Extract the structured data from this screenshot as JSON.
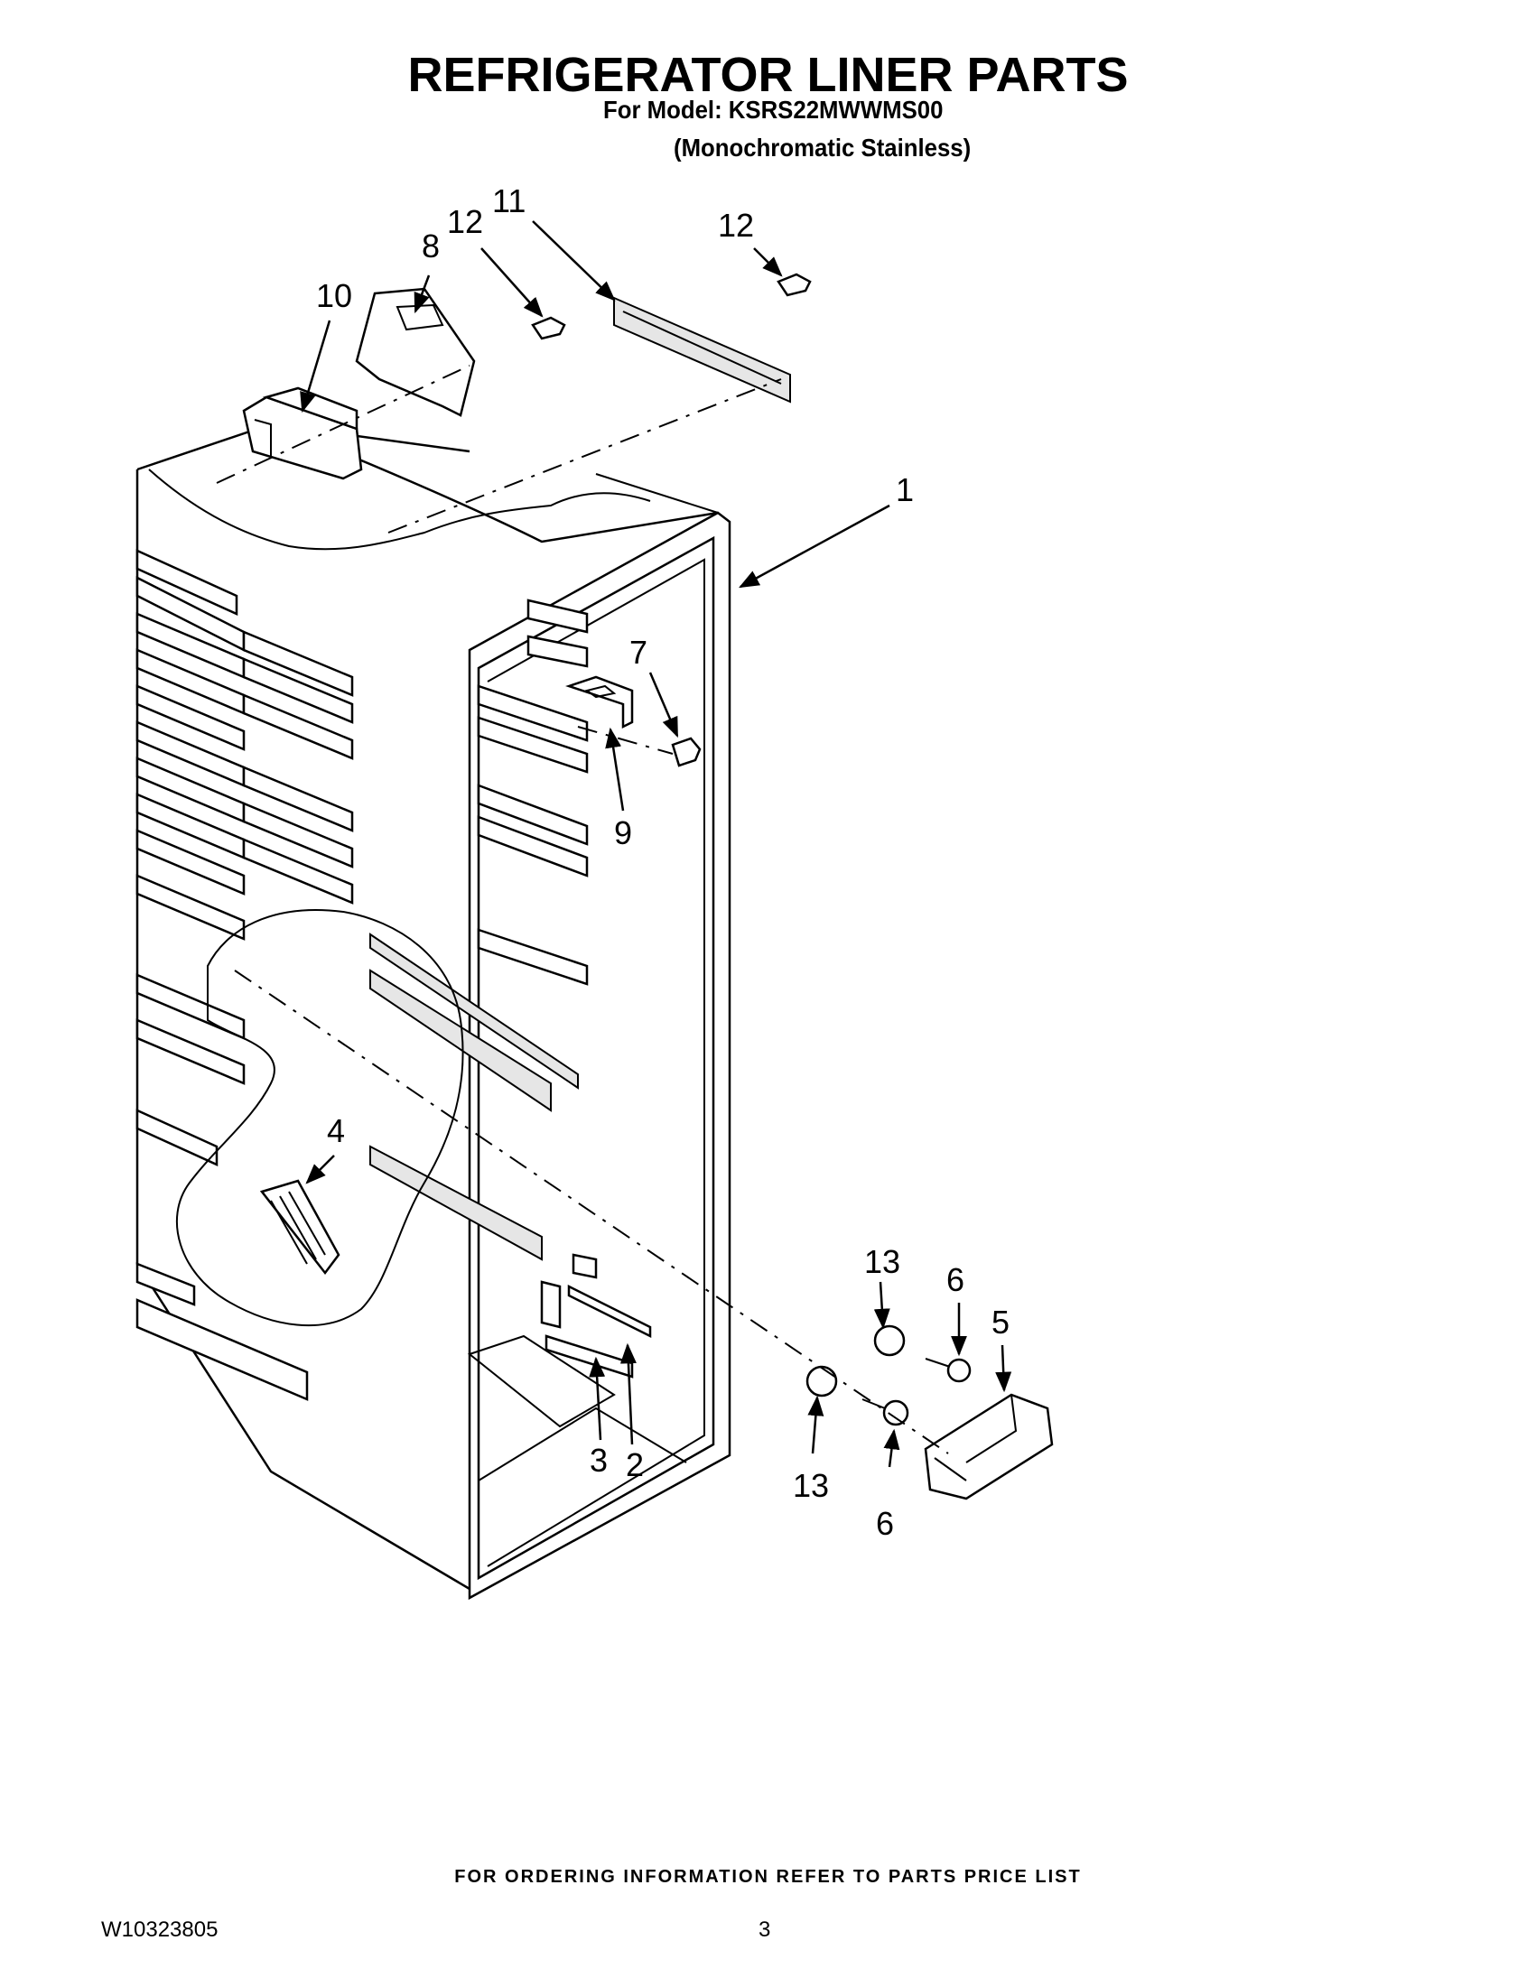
{
  "header": {
    "title": "REFRIGERATOR LINER PARTS",
    "model_line": "For Model: KSRS22MWWMS00",
    "variant_line": "(Monochromatic Stainless)"
  },
  "callouts": [
    {
      "id": "c1",
      "label": "1"
    },
    {
      "id": "c2",
      "label": "2"
    },
    {
      "id": "c3",
      "label": "3"
    },
    {
      "id": "c4",
      "label": "4"
    },
    {
      "id": "c5",
      "label": "5"
    },
    {
      "id": "c6a",
      "label": "6"
    },
    {
      "id": "c6b",
      "label": "6"
    },
    {
      "id": "c7",
      "label": "7"
    },
    {
      "id": "c8",
      "label": "8"
    },
    {
      "id": "c9",
      "label": "9"
    },
    {
      "id": "c10",
      "label": "10"
    },
    {
      "id": "c11",
      "label": "11"
    },
    {
      "id": "c12a",
      "label": "12"
    },
    {
      "id": "c12b",
      "label": "12"
    },
    {
      "id": "c13a",
      "label": "13"
    },
    {
      "id": "c13b",
      "label": "13"
    }
  ],
  "footer": {
    "ordering_note": "FOR ORDERING INFORMATION REFER TO PARTS PRICE LIST",
    "document_number": "W10323805",
    "page_number": "3"
  }
}
